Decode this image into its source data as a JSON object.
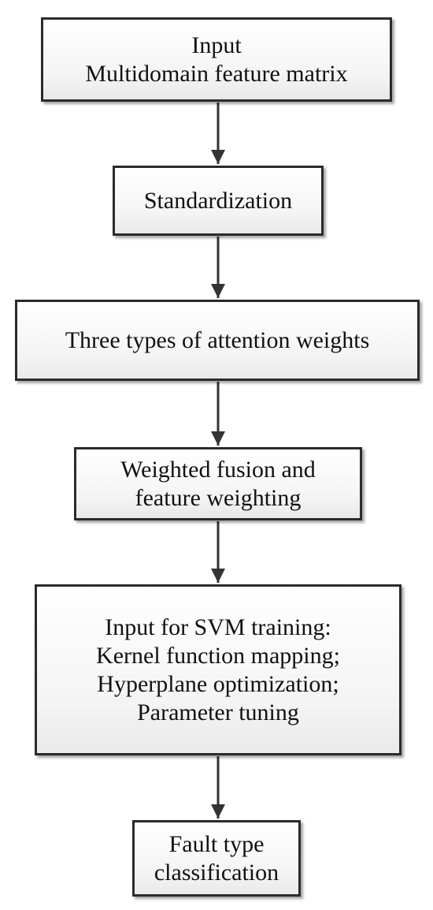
{
  "flowchart": {
    "steps": [
      {
        "lines": [
          "Input",
          "Multidomain feature matrix"
        ]
      },
      {
        "lines": [
          "Standardization"
        ]
      },
      {
        "lines": [
          "Three types of attention weights"
        ]
      },
      {
        "lines": [
          "Weighted fusion and",
          "feature weighting"
        ]
      },
      {
        "lines": [
          "Input for SVM training:",
          "Kernel function mapping;",
          "Hyperplane optimization;",
          "Parameter tuning"
        ]
      },
      {
        "lines": [
          "Fault type",
          "classification"
        ]
      }
    ]
  }
}
